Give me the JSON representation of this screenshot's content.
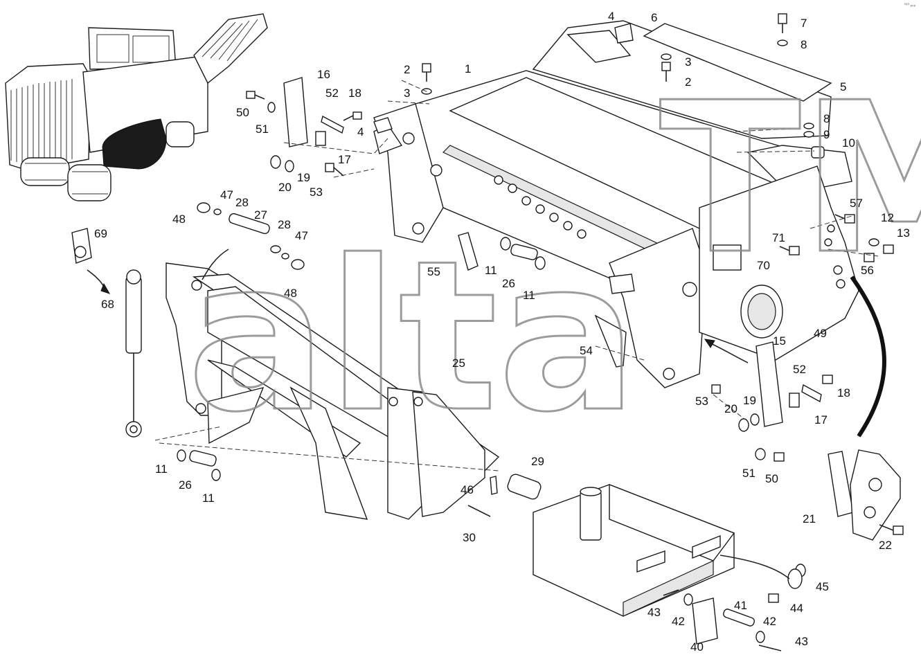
{
  "sheet_code": "⁰¹⁰ ₈₀₈",
  "watermark": {
    "text": "alta",
    "mark": "TM"
  },
  "callouts": [
    {
      "id": "c1",
      "text": "1"
    },
    {
      "id": "c2a",
      "text": "2"
    },
    {
      "id": "c2b",
      "text": "2"
    },
    {
      "id": "c3a",
      "text": "3"
    },
    {
      "id": "c3b",
      "text": "3"
    },
    {
      "id": "c4a",
      "text": "4"
    },
    {
      "id": "c4b",
      "text": "4"
    },
    {
      "id": "c5",
      "text": "5"
    },
    {
      "id": "c6",
      "text": "6"
    },
    {
      "id": "c7",
      "text": "7"
    },
    {
      "id": "c8a",
      "text": "8"
    },
    {
      "id": "c8b",
      "text": "8"
    },
    {
      "id": "c9",
      "text": "9"
    },
    {
      "id": "c10",
      "text": "10"
    },
    {
      "id": "c11a",
      "text": "11"
    },
    {
      "id": "c11b",
      "text": "11"
    },
    {
      "id": "c11c",
      "text": "11"
    },
    {
      "id": "c11d",
      "text": "11"
    },
    {
      "id": "c12",
      "text": "12"
    },
    {
      "id": "c13",
      "text": "13"
    },
    {
      "id": "c15",
      "text": "15"
    },
    {
      "id": "c16",
      "text": "16"
    },
    {
      "id": "c17a",
      "text": "17"
    },
    {
      "id": "c17b",
      "text": "17"
    },
    {
      "id": "c18a",
      "text": "18"
    },
    {
      "id": "c18b",
      "text": "18"
    },
    {
      "id": "c19a",
      "text": "19"
    },
    {
      "id": "c19b",
      "text": "19"
    },
    {
      "id": "c20a",
      "text": "20"
    },
    {
      "id": "c20b",
      "text": "20"
    },
    {
      "id": "c21",
      "text": "21"
    },
    {
      "id": "c22",
      "text": "22"
    },
    {
      "id": "c25",
      "text": "25"
    },
    {
      "id": "c26a",
      "text": "26"
    },
    {
      "id": "c26b",
      "text": "26"
    },
    {
      "id": "c27",
      "text": "27"
    },
    {
      "id": "c28a",
      "text": "28"
    },
    {
      "id": "c28b",
      "text": "28"
    },
    {
      "id": "c29",
      "text": "29"
    },
    {
      "id": "c30",
      "text": "30"
    },
    {
      "id": "c40",
      "text": "40"
    },
    {
      "id": "c41",
      "text": "41"
    },
    {
      "id": "c42a",
      "text": "42"
    },
    {
      "id": "c42b",
      "text": "42"
    },
    {
      "id": "c43a",
      "text": "43"
    },
    {
      "id": "c43b",
      "text": "43"
    },
    {
      "id": "c44",
      "text": "44"
    },
    {
      "id": "c45",
      "text": "45"
    },
    {
      "id": "c46",
      "text": "46"
    },
    {
      "id": "c47a",
      "text": "47"
    },
    {
      "id": "c47b",
      "text": "47"
    },
    {
      "id": "c48a",
      "text": "48"
    },
    {
      "id": "c48b",
      "text": "48"
    },
    {
      "id": "c49",
      "text": "49"
    },
    {
      "id": "c50a",
      "text": "50"
    },
    {
      "id": "c50b",
      "text": "50"
    },
    {
      "id": "c51a",
      "text": "51"
    },
    {
      "id": "c51b",
      "text": "51"
    },
    {
      "id": "c52a",
      "text": "52"
    },
    {
      "id": "c52b",
      "text": "52"
    },
    {
      "id": "c53a",
      "text": "53"
    },
    {
      "id": "c53b",
      "text": "53"
    },
    {
      "id": "c54",
      "text": "54"
    },
    {
      "id": "c55",
      "text": "55"
    },
    {
      "id": "c56",
      "text": "56"
    },
    {
      "id": "c57",
      "text": "57"
    },
    {
      "id": "c68",
      "text": "68"
    },
    {
      "id": "c69",
      "text": "69"
    },
    {
      "id": "c70",
      "text": "70"
    },
    {
      "id": "c71",
      "text": "71"
    }
  ]
}
